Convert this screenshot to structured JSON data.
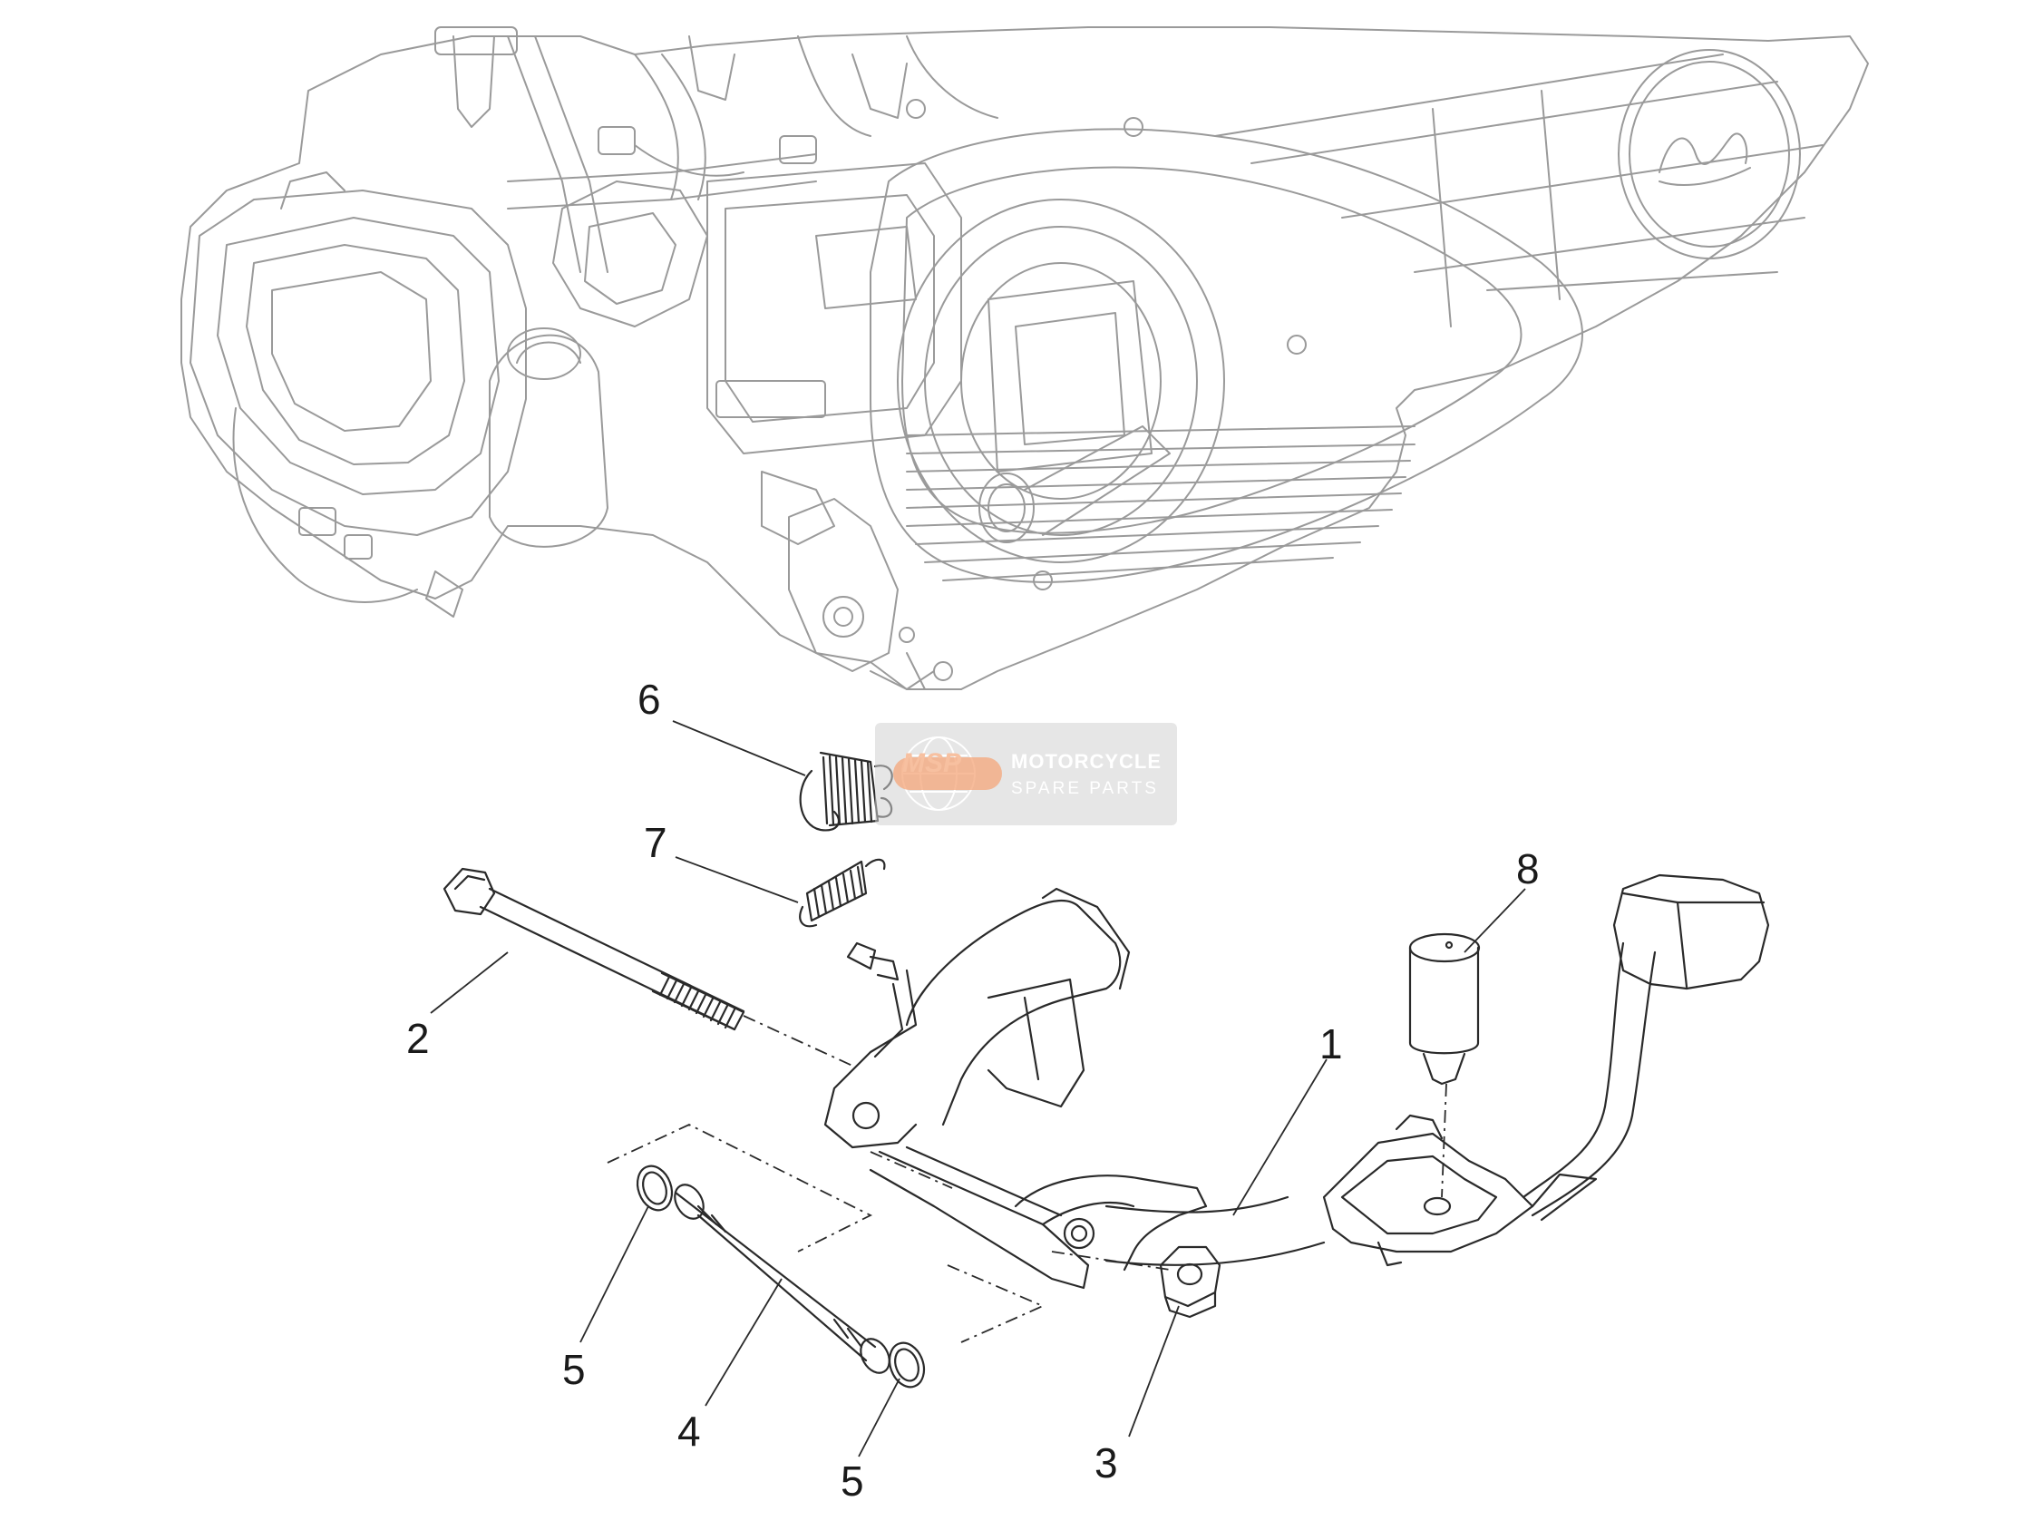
{
  "callouts": [
    {
      "id": "c1",
      "label": "1"
    },
    {
      "id": "c2",
      "label": "2"
    },
    {
      "id": "c3",
      "label": "3"
    },
    {
      "id": "c4",
      "label": "4"
    },
    {
      "id": "c5a",
      "label": "5"
    },
    {
      "id": "c5b",
      "label": "5"
    },
    {
      "id": "c6",
      "label": "6"
    },
    {
      "id": "c7",
      "label": "7"
    },
    {
      "id": "c8",
      "label": "8"
    }
  ],
  "watermark": {
    "logo_text": "MSP",
    "line1": "MOTORCYCLE",
    "line2": "SPARE PARTS"
  },
  "colors": {
    "line": "#2a2a2a",
    "engine_line": "#9a9a9a",
    "watermark_bg": "#d2d2d2",
    "watermark_accent": "#f4a67a"
  }
}
